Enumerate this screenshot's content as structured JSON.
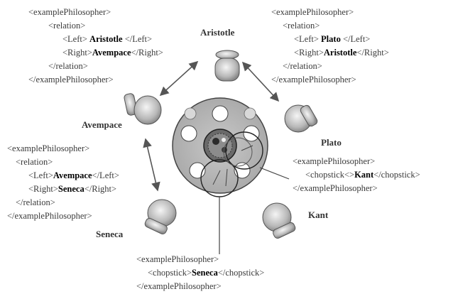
{
  "philosophers": {
    "aristotle": "Aristotle",
    "plato": "Plato",
    "avempace": "Avempace",
    "kant": "Kant",
    "seneca": "Seneca"
  },
  "blocks": {
    "b1": {
      "l1": "<examplePhilosopher>",
      "l2": "<relation>",
      "l3a": "<Left>",
      "l3b": "Aristotle",
      "l3c": "</Left>",
      "l4a": "<Right>",
      "l4b": "Avempace",
      "l4c": "</Right>",
      "l5": "</relation>",
      "l6": "</examplePhilosopher>"
    },
    "b2": {
      "l1": "<examplePhilosopher>",
      "l2": "<relation>",
      "l3a": "<Left>",
      "l3b": "Plato",
      "l3c": "</Left>",
      "l4a": "<Right>",
      "l4b": "Aristotle",
      "l4c": "</Right>",
      "l5": "</relation>",
      "l6": "</examplePhilosopher>"
    },
    "b3": {
      "l1": "<examplePhilosopher>",
      "l2": "<relation>",
      "l3a": "<Left>",
      "l3b": "Avempace",
      "l3c": "</Left>",
      "l4a": "<Right>",
      "l4b": "Seneca",
      "l4c": "</Right>",
      "l5": "</relation>",
      "l6": "</examplePhilosopher>"
    },
    "b4": {
      "l1": "<examplePhilosopher>",
      "l2a": "<chopstick<>",
      "l2b": "Kant",
      "l2c": "</chopstick>",
      "l3": "</examplePhilosopher>"
    },
    "b5": {
      "l1": "<examplePhilosopher>",
      "l2a": "<chopstick>",
      "l2b": "Seneca",
      "l2c": "</chopstick>",
      "l3": "</examplePhilosopher>"
    }
  }
}
